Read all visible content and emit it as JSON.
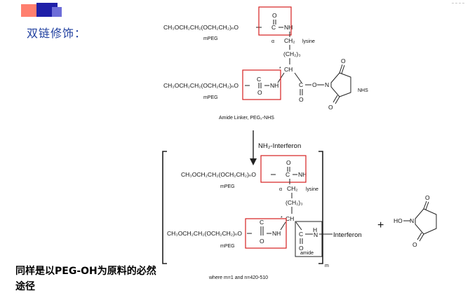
{
  "heading": "双链修饰：",
  "note": "同样是以PEG-OH为原料的必然途径",
  "scheme": {
    "chain_formula": "CH₃OCH₂CH₂(OCH₂CH₂)ₙO",
    "carbonyl_o": "O",
    "carbamate_c": "C",
    "nh": "NH",
    "nh_upper": "N",
    "h_lower": "H",
    "mpeg": "mPEG",
    "alpha": "α",
    "ch2": "CH₂",
    "lysine": "lysine",
    "side_chain": "(CH₂)₃",
    "ch": "CH",
    "star": "*",
    "ester_o": "O",
    "nhs_n": "N",
    "nhs_label": "NHS",
    "reagent_caption": "Amide Linker, PEG₂-NHS",
    "arrow_reagent": "NH₂-Interferon",
    "interferon": "Interferon",
    "amide": "amide",
    "subscript_m": "m",
    "where_caption": "where m=1 and n=420-510",
    "plus": "+",
    "ho": "HO",
    "byproduct_n": "N"
  }
}
